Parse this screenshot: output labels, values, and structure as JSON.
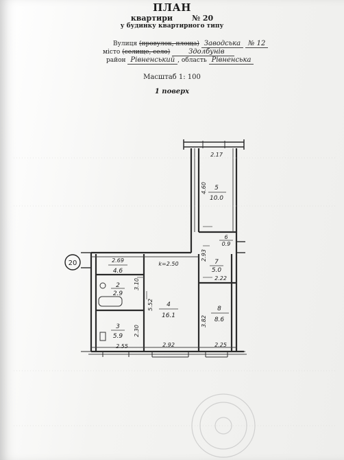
{
  "header": {
    "title": "ПЛАН",
    "subtitle_prefix": "квартири",
    "apartment_number": "№ 20",
    "building_note": "у будинку квартирного типу"
  },
  "address": {
    "street_prefix": "Вулиця",
    "street_struck": "(провулок, площа)",
    "street_value": "Заводська",
    "house_number": "№ 12",
    "city_prefix": "місто",
    "city_struck": "(селище, село)",
    "city_value": "Здолбунів",
    "district_prefix": "район",
    "district_value": "Рівненський",
    "region_prefix": ", область",
    "region_value": "Рівненська"
  },
  "scale": "Масштаб 1: 100",
  "floor": "1 поверх",
  "plan": {
    "entrance": "20",
    "rooms": [
      {
        "number": "5",
        "area": "10.0"
      },
      {
        "number": "6",
        "area": "0.9"
      },
      {
        "number": "7",
        "area": "5.0"
      },
      {
        "number": "8",
        "area": "8.6"
      },
      {
        "number": "4",
        "area": "16.1"
      },
      {
        "number": "2",
        "area": "2.9"
      },
      {
        "number": "3",
        "area": "5.9"
      },
      {
        "number": "",
        "area": "4.6"
      }
    ],
    "dimensions": {
      "room5_width": "2.17",
      "room5_length": "4.60",
      "corridor_length": "2.93",
      "room7_width": "2.22",
      "room8_length": "3.82",
      "room8_width": "2.25",
      "room4_ceiling": "k=2.50",
      "room4_length": "5.52",
      "room4_width": "2.92",
      "hall_length": "2.69",
      "bath_length": "3.10",
      "kitchen_length": "2.30",
      "kitchen_width": "2.55"
    }
  }
}
